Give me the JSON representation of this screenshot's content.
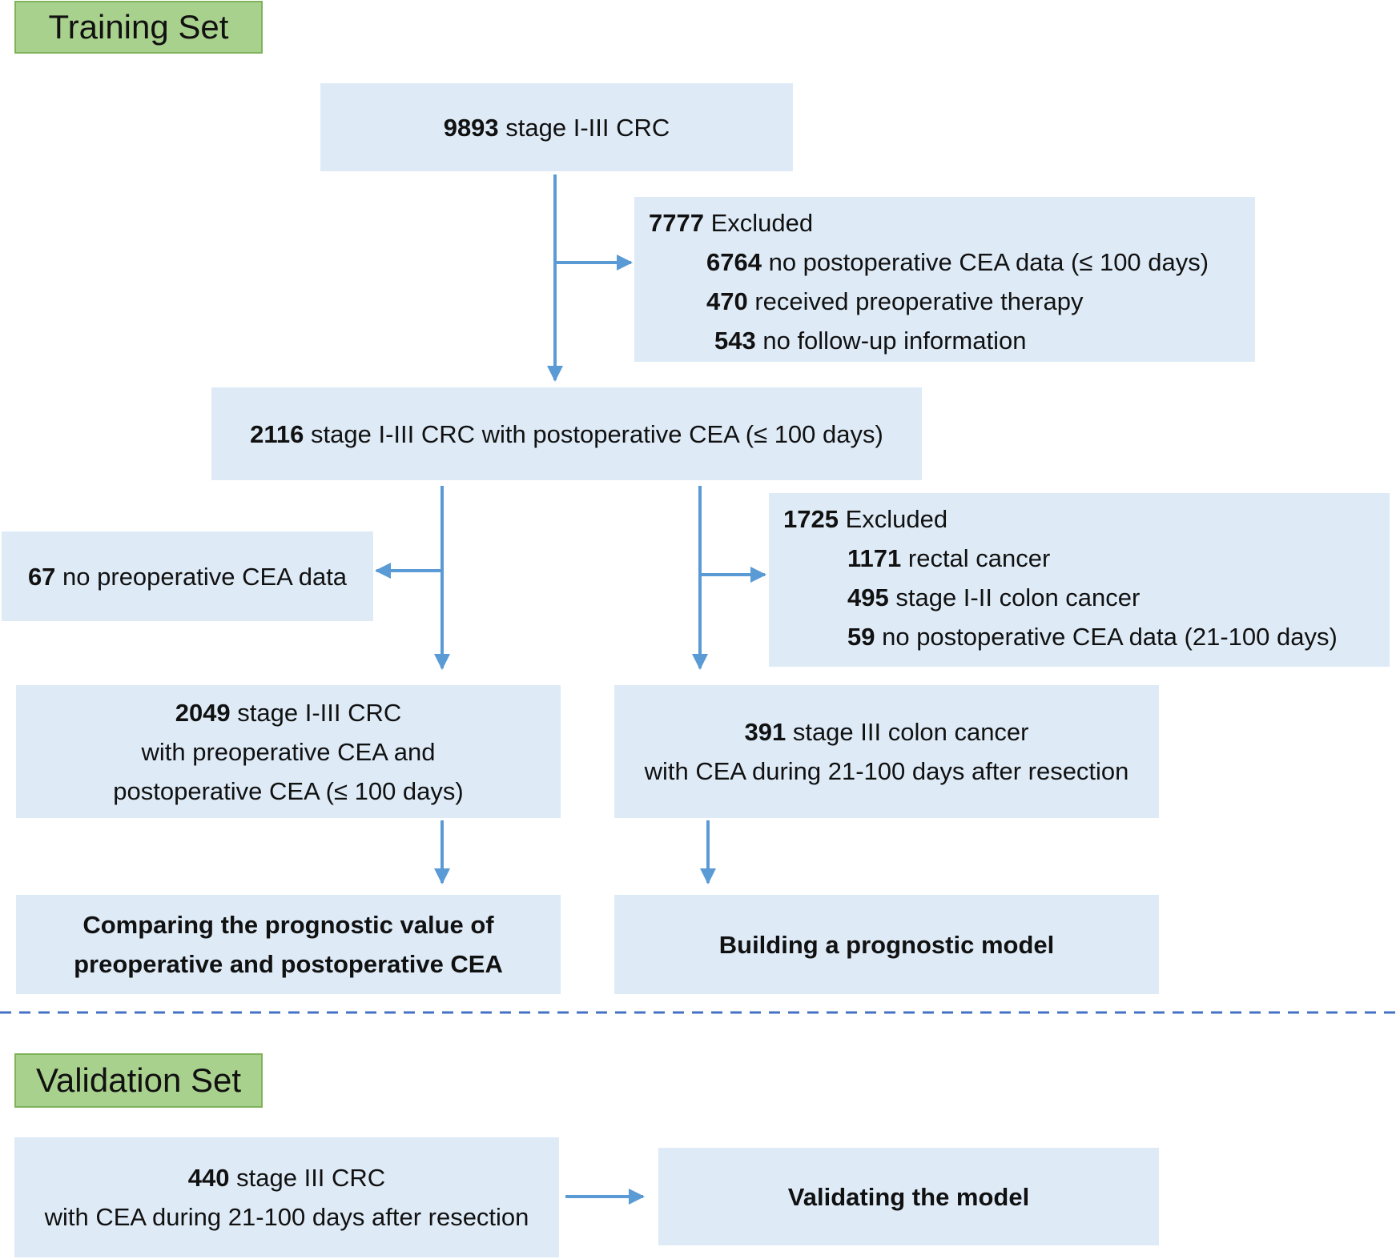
{
  "training_label": "Training Set",
  "validation_label": "Validation Set",
  "boxes": {
    "total": {
      "n": "9893",
      "text": " stage I-III CRC"
    },
    "excl1": {
      "head_n": "7777",
      "head_text": " Excluded",
      "items": [
        {
          "n": "6764",
          "text": " no postoperative CEA data (≤ 100 days)"
        },
        {
          "n": "470",
          "text": " received preoperative therapy"
        },
        {
          "n": "543",
          "text": " no follow-up information"
        }
      ]
    },
    "postop": {
      "n": "2116",
      "text": " stage I-III CRC with postoperative CEA (≤ 100 days)"
    },
    "nopreop": {
      "n": "67",
      "text": " no preoperative CEA data"
    },
    "excl2": {
      "head_n": "1725",
      "head_text": " Excluded",
      "items": [
        {
          "n": "1171",
          "text": " rectal cancer"
        },
        {
          "n": "495",
          "text": " stage I-II colon cancer"
        },
        {
          "n": "59",
          "text": " no postoperative CEA data (21-100 days)"
        }
      ]
    },
    "pre_post": {
      "n": "2049",
      "text": " stage I-III CRC",
      "line2": "with preoperative CEA and",
      "line3": "postoperative CEA (≤ 100 days)"
    },
    "stage3": {
      "n": "391",
      "text": " stage III colon cancer",
      "line2": "with CEA during 21-100 days after resection"
    },
    "compare": {
      "line1": "Comparing the prognostic value of",
      "line2": "preoperative and postoperative CEA"
    },
    "build": {
      "text": "Building a prognostic model"
    },
    "val": {
      "n": "440",
      "text": " stage III CRC",
      "line2": "with CEA during 21-100 days after resection"
    },
    "validate": {
      "text": "Validating the model"
    }
  },
  "colors": {
    "box_fill": "#deebf7",
    "tag_fill": "#a9d18e",
    "arrow": "#5b9bd5",
    "divider": "#4472c4"
  }
}
